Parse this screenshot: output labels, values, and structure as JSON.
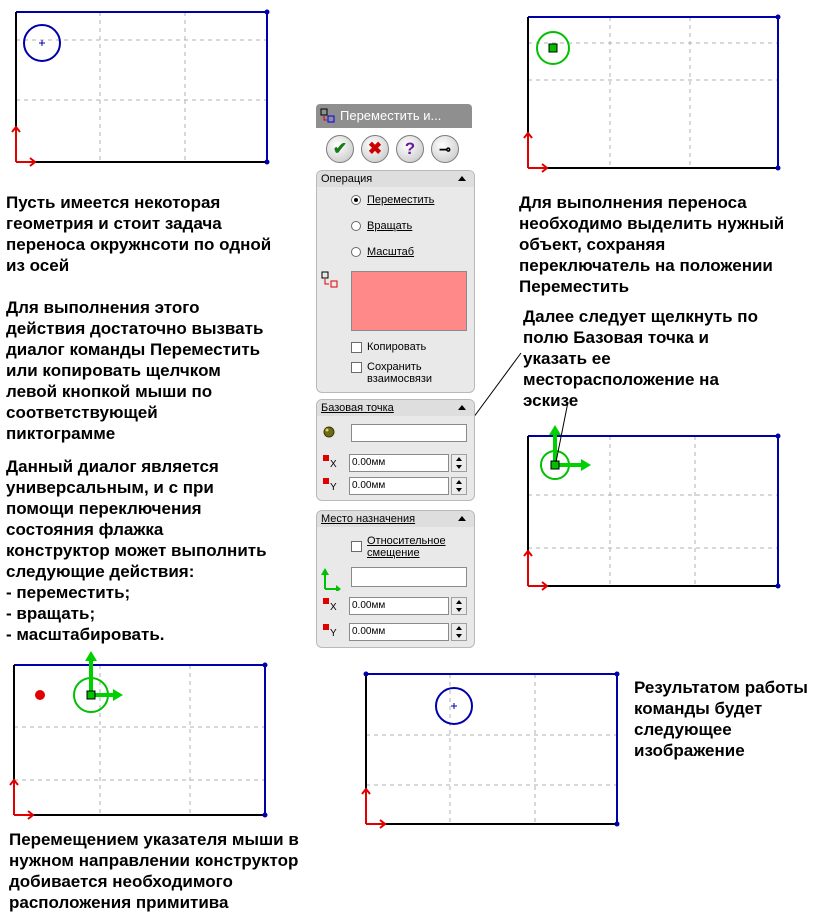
{
  "captions": {
    "c1": "Пусть имеется некоторая\nгеометрия и стоит задача\nпереноса окружнсоти по одной\nиз осей",
    "c2": "Для выполнения этого\nдействия достаточно вызвать\nдиалог команды Переместить\nили копировать щелчком\nлевой кнопкой мыши по\nсоответствующей\nпиктограмме",
    "c3": "Данный диалог является\nуниверсальным, и с при\nпомощи переключения\nсостояния флажка\nконструктор может выполнить\nследующие действия:\n- переместить;\n- вращать;\n- масштабировать.",
    "c4": "Для выполнения переноса\nнеобходимо выделить нужный\nобъект, сохраняя\nпереключатель на положении\nПереместить",
    "c5": "Далее следует щелкнуть по\nполю Базовая точка и\nуказать ее\nместорасположение на\nэскизе",
    "c6": "Результатом работы\nкоманды будет\nследующее\nизображение",
    "c7": "Перемещением указателя мыши в\nнужном направлении конструктор\nдобивается необходимого\nрасположения примитива"
  },
  "property_manager": {
    "title": "Переместить и...",
    "buttons": {
      "ok": "✔",
      "cancel": "✖",
      "help": "?",
      "pin": "⊸"
    },
    "operation": {
      "header": "Операция",
      "move": "Переместить",
      "rotate": "Вращать",
      "scale": "Масштаб",
      "copy": "Копировать",
      "keep_relations": "Сохранить\nвзаимосвязи"
    },
    "base_point": {
      "header": "Базовая точка",
      "x_value": "0.00мм",
      "y_value": "0.00мм",
      "x_axis": "X",
      "y_axis": "Y"
    },
    "destination": {
      "header": "Место назначения",
      "relative": "Относительное\nсмещение",
      "x_value": "0.00мм",
      "y_value": "0.00мм",
      "x_axis": "X",
      "y_axis": "Y"
    }
  },
  "colors": {
    "sketch_line": "#0000aa",
    "selected_circle": "#00c000",
    "origin": "#e00000",
    "selection_box": "#ff8888"
  }
}
